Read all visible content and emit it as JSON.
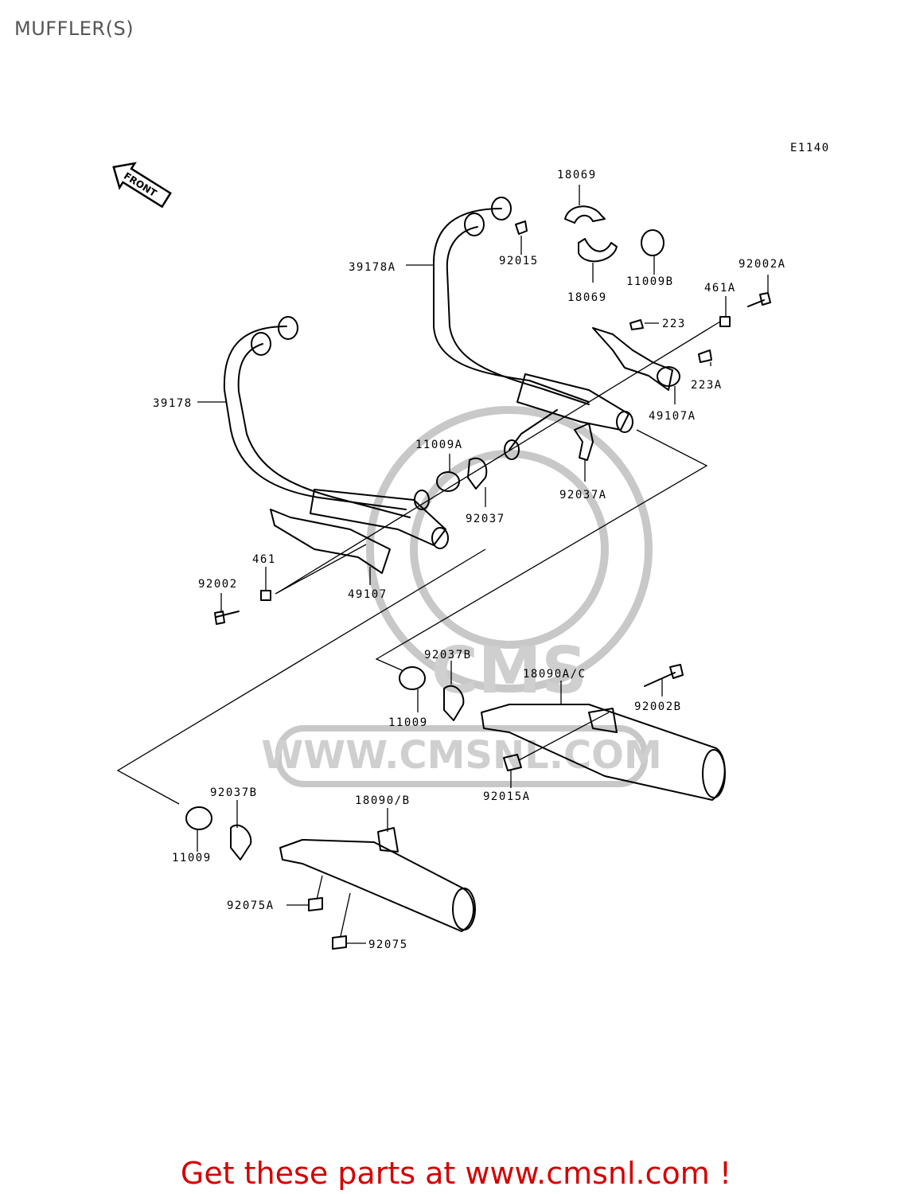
{
  "page": {
    "title": "MUFFLER(S)",
    "call_to_action": "Get these parts at www.cmsnl.com !"
  },
  "diagram": {
    "code": "E1140",
    "front_label": "FRONT",
    "watermark": {
      "text": "WWW.CMSNL.COM",
      "logo": "CMS"
    },
    "part_labels": [
      "18069",
      "18069",
      "92015",
      "39178A",
      "11009B",
      "92002A",
      "461A",
      "223",
      "223A",
      "49107A",
      "39178",
      "11009A",
      "92037",
      "92037A",
      "461",
      "92002",
      "49107",
      "92037B",
      "18090A/C",
      "11009",
      "92002B",
      "92015A",
      "92037B",
      "18090/B",
      "11009",
      "92075A",
      "92075"
    ]
  }
}
